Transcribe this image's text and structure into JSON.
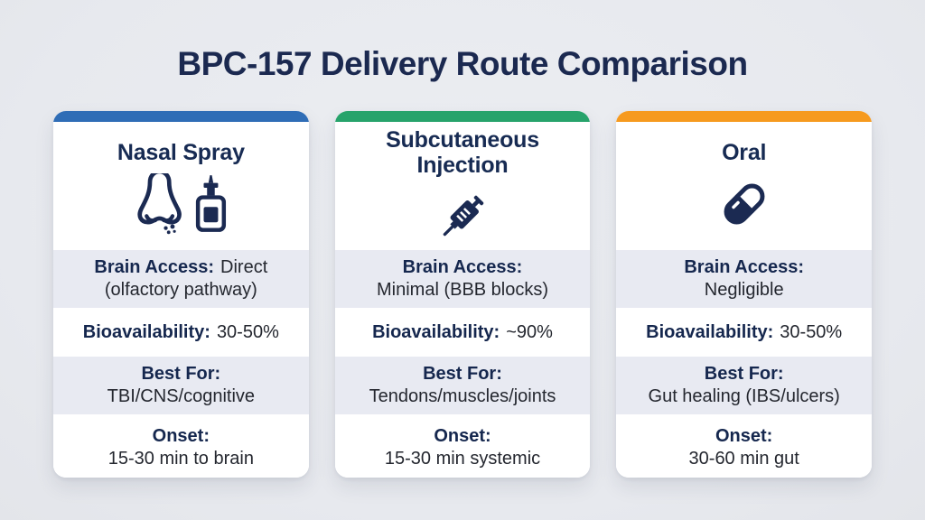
{
  "page": {
    "title": "BPC-157 Delivery Route Comparison",
    "background_color": "#e8eaee",
    "text_navy": "#15274e"
  },
  "cards": [
    {
      "title": "Nasal Spray",
      "accent_color": "#2f6db6",
      "icon": "nose-spray-icon",
      "rows": [
        {
          "label": "Brain Access:",
          "value": "Direct (olfactory pathway)"
        },
        {
          "label": "Bioavailability:",
          "value": "30-50%"
        },
        {
          "label": "Best For:",
          "value": "TBI/CNS/cognitive"
        },
        {
          "label": "Onset:",
          "value": "15-30 min to brain"
        }
      ]
    },
    {
      "title": "Subcutaneous Injection",
      "accent_color": "#27a36b",
      "icon": "syringe-icon",
      "rows": [
        {
          "label": "Brain Access:",
          "value": "Minimal (BBB blocks)"
        },
        {
          "label": "Bioavailability:",
          "value": "~90%"
        },
        {
          "label": "Best For:",
          "value": "Tendons/muscles/joints"
        },
        {
          "label": "Onset:",
          "value": "15-30 min systemic"
        }
      ]
    },
    {
      "title": "Oral",
      "accent_color": "#f69a1f",
      "icon": "capsule-icon",
      "rows": [
        {
          "label": "Brain Access:",
          "value": "Negligible"
        },
        {
          "label": "Bioavailability:",
          "value": "30-50%"
        },
        {
          "label": "Best For:",
          "value": "Gut healing (IBS/ulcers)"
        },
        {
          "label": "Onset:",
          "value": "30-60 min gut"
        }
      ]
    }
  ]
}
